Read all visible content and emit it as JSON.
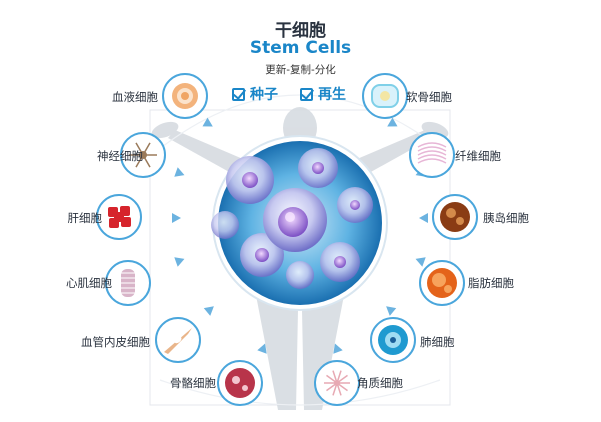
{
  "header": {
    "title_zh": "干细胞",
    "title_en": "Stem Cells",
    "subtitle": "更新-复制-分化"
  },
  "badges": [
    {
      "label": "种子"
    },
    {
      "label": "再生"
    }
  ],
  "cells_left": [
    {
      "label": "血液细胞",
      "icon": "blood-cell-icon",
      "color": "#f3b37c"
    },
    {
      "label": "神经细胞",
      "icon": "nerve-cell-icon",
      "color": "#9a7a5a"
    },
    {
      "label": "肝细胞",
      "icon": "liver-cell-icon",
      "color": "#d6242c"
    },
    {
      "label": "心肌细胞",
      "icon": "heart-muscle-cell-icon",
      "color": "#d8b4c8"
    },
    {
      "label": "血管内皮细胞",
      "icon": "endothelial-cell-icon",
      "color": "#e9b58a"
    },
    {
      "label": "骨骼细胞",
      "icon": "bone-cell-icon",
      "color": "#b8344a"
    }
  ],
  "cells_right": [
    {
      "label": "软骨细胞",
      "icon": "cartilage-cell-icon",
      "color": "#7fd0e8"
    },
    {
      "label": "纤维细胞",
      "icon": "fiber-cell-icon",
      "color": "#e7b6d6"
    },
    {
      "label": "胰岛细胞",
      "icon": "islet-cell-icon",
      "color": "#8a3c14"
    },
    {
      "label": "脂肪细胞",
      "icon": "fat-cell-icon",
      "color": "#e4631a"
    },
    {
      "label": "肺细胞",
      "icon": "lung-cell-icon",
      "color": "#1f9ad0"
    },
    {
      "label": "角质细胞",
      "icon": "keratin-cell-icon",
      "color": "#e7a9b3"
    }
  ],
  "colors": {
    "accent": "#1a86c8",
    "ring": "#4aa6dc",
    "arrow": "#6cb3e0",
    "body": "#d7dce2"
  }
}
